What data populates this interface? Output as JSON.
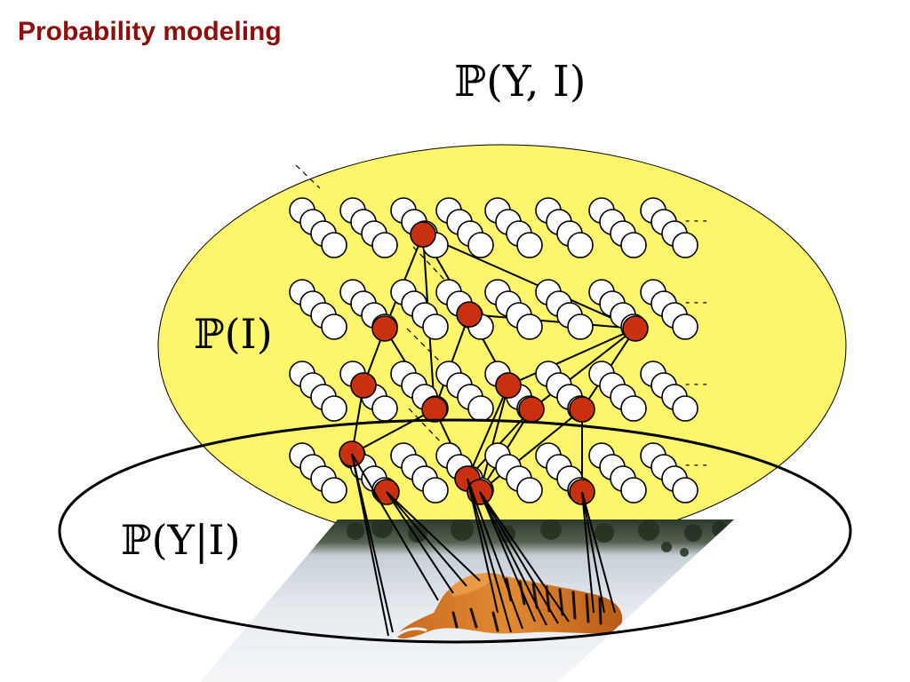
{
  "slide": {
    "title": "Probability modeling",
    "title_color": "#8b0f0f"
  },
  "labels": {
    "joint": "ℙ(Y, I)",
    "prior": "ℙ(I)",
    "conditional": "ℙ(Y|I)",
    "ellipsis": "- - -"
  },
  "colors": {
    "prior_fill": "#fbf66c",
    "active_node": "#c8300f",
    "inactive_node": "#ffffff",
    "edge": "#000000"
  },
  "image": {
    "description_icon": "tiger-in-snow-photo"
  }
}
